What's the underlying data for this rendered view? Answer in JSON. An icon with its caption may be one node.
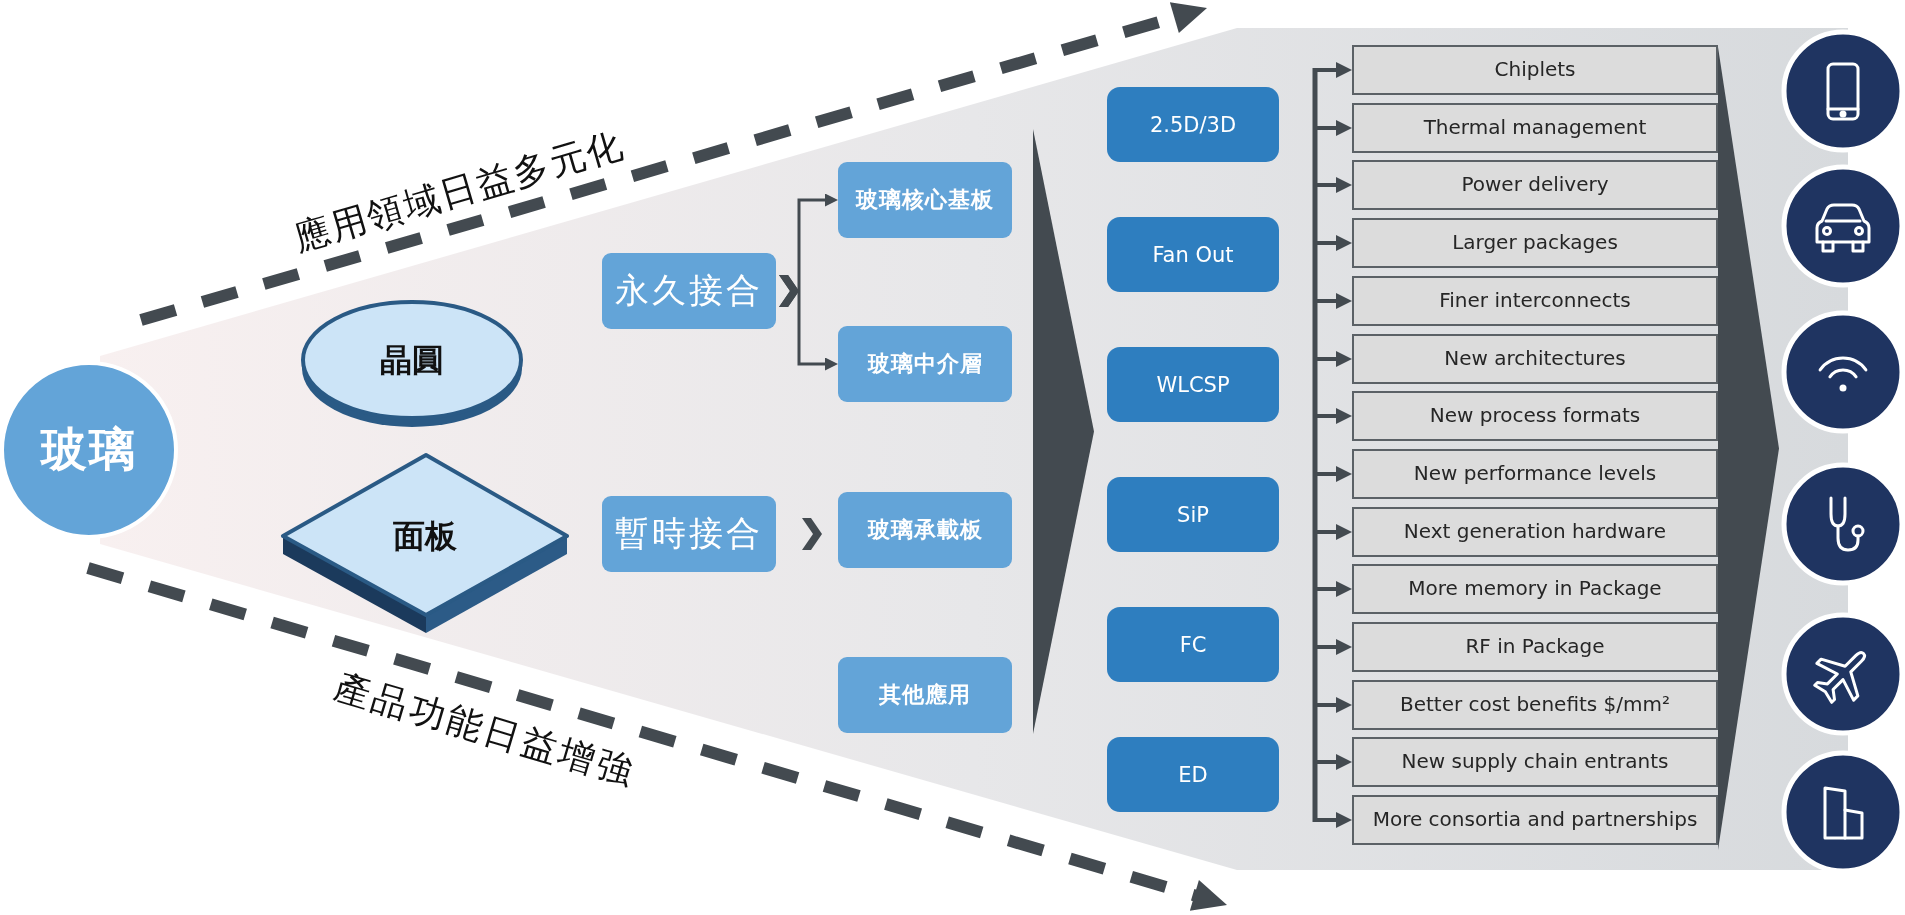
{
  "diagram": {
    "nodes": [
      {
        "text": [
          "玻璃"
        ]
      },
      {
        "text": [
          "晶圓"
        ]
      },
      {
        "text": [
          "面板"
        ]
      },
      {
        "text": [
          "永久接合"
        ]
      },
      {
        "text": [
          "暫時接合"
        ]
      },
      {
        "text": [
          "玻璃核心基板"
        ]
      },
      {
        "text": [
          "玻璃中介層"
        ]
      },
      {
        "text": [
          "玻璃承載板"
        ]
      },
      {
        "text": [
          "其他應用"
        ]
      },
      {
        "text": [],
        "shape": "triangle"
      },
      {
        "text": [
          "2.5D/3D"
        ]
      },
      {
        "text": [
          "Fan Out"
        ]
      },
      {
        "text": [
          "WLCSP"
        ]
      },
      {
        "text": [
          "SiP"
        ]
      },
      {
        "text": [
          "FC"
        ]
      },
      {
        "text": [
          "ED"
        ]
      },
      {
        "text": [
          "Chiplets"
        ]
      },
      {
        "text": [
          "Thermal management"
        ]
      },
      {
        "text": [
          "Power delivery"
        ]
      },
      {
        "text": [
          "Larger packages"
        ]
      },
      {
        "text": [
          "Finer interconnects"
        ]
      },
      {
        "text": [
          "New architectures"
        ]
      },
      {
        "text": [
          "New process formats"
        ]
      },
      {
        "text": [
          "New performance levels"
        ]
      },
      {
        "text": [
          "Next generation hardware"
        ]
      },
      {
        "text": [
          "More memory in Package"
        ]
      },
      {
        "text": [
          "RF in Package"
        ]
      },
      {
        "text": [
          "Better cost benefits $/mm²"
        ]
      },
      {
        "text": [
          "New supply chain entrants"
        ]
      },
      {
        "text": [
          "More consortia and partnerships"
        ]
      },
      {
        "text": [],
        "shape": "triangle"
      }
    ],
    "edges": [
      {
        "from": 3,
        "to": 5,
        "arrow": "to"
      },
      {
        "from": 3,
        "to": 6,
        "arrow": "to"
      },
      {
        "from": 4,
        "to": 7,
        "arrow": "to"
      },
      {
        "from": null,
        "to": 16,
        "arrow": "to"
      },
      {
        "from": null,
        "to": 17,
        "arrow": "to"
      },
      {
        "from": null,
        "to": 18,
        "arrow": "to"
      },
      {
        "from": null,
        "to": 19,
        "arrow": "to"
      },
      {
        "from": null,
        "to": 20,
        "arrow": "to"
      },
      {
        "from": null,
        "to": 21,
        "arrow": "to"
      },
      {
        "from": null,
        "to": 22,
        "arrow": "to"
      },
      {
        "from": null,
        "to": 23,
        "arrow": "to"
      },
      {
        "from": null,
        "to": 24,
        "arrow": "to"
      },
      {
        "from": null,
        "to": 25,
        "arrow": "to"
      },
      {
        "from": null,
        "to": 26,
        "arrow": "to"
      },
      {
        "from": null,
        "to": 27,
        "arrow": "to"
      },
      {
        "from": null,
        "to": 28,
        "arrow": "to"
      },
      {
        "from": null,
        "to": 29,
        "arrow": "to"
      }
    ],
    "labels": [
      "應用領域日益多元化",
      "產品功能日益增強"
    ]
  }
}
